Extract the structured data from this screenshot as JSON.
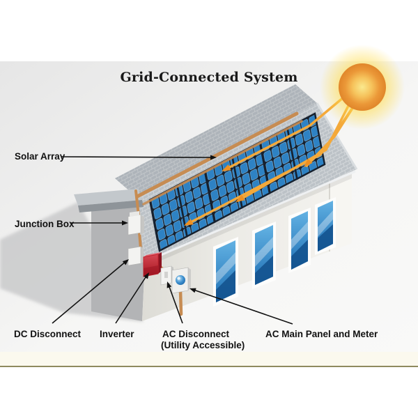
{
  "title": "Grid-Connected System",
  "labels": {
    "solar_array": "Solar Array",
    "junction_box": "Junction Box",
    "dc_disconnect": "DC Disconnect",
    "inverter": "Inverter",
    "ac_disconnect_line1": "AC Disconnect",
    "ac_disconnect_line2": "(Utility Accessible)",
    "ac_main_panel": "AC Main Panel and Meter"
  },
  "colors": {
    "accent_conduit": "#c78c52",
    "sun_ray": "#f4a93a",
    "sun_ray_arrow": "#ee9022",
    "sun_core_mid": "#f6c35c",
    "sun_glow": "#ffe352",
    "panel_blue": "#2e82c4",
    "panel_frame": "#16212f",
    "inverter_red": "#c2242f",
    "window_blue": "#2f86c6",
    "roof_shingle": "#c3c9ce",
    "wall_shadow_side": "#b3b4b6",
    "wall_front": "#edebe6",
    "ground_shadow": "#c7c8c9",
    "divider_olive": "#8f8a5e",
    "label_text": "#111111"
  }
}
